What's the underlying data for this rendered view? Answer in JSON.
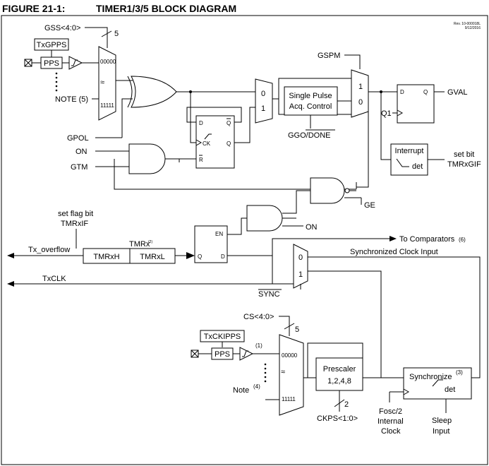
{
  "figure": {
    "number": "FIGURE 21-1:",
    "title": "TIMER1/3/5 BLOCK DIAGRAM",
    "rev": "Rev. 10-000018L",
    "date": "9/12/2016"
  },
  "gate_section": {
    "gss": "GSS<4:0>",
    "gss_width": "5",
    "txgpps": "TxGPPS",
    "pps": "PPS",
    "mux_top": "00000",
    "mux_bottom": "11111",
    "note": "NOTE (5)",
    "gpol": "GPOL",
    "on": "ON",
    "gtm": "GTM",
    "mux2_0": "0",
    "mux2_1": "1",
    "tff_d": "D",
    "tff_q": "Q",
    "tff_qbar": "Q",
    "tff_ck": "CK",
    "tff_r": "R",
    "single_pulse_1": "Single Pulse",
    "single_pulse_2": "Acq. Control",
    "ggo_done": "GGO/DONE",
    "gspm": "GSPM",
    "mux3_1": "1",
    "mux3_0": "0",
    "dff_d": "D",
    "dff_q": "Q",
    "q1": "Q1",
    "gval": "GVAL",
    "interrupt": "Interrupt",
    "det": "det",
    "set_bit": "set bit",
    "tmrxgif": "TMRxGIF",
    "ge": "GE",
    "on2": "ON"
  },
  "counter_section": {
    "set_flag": "set flag bit",
    "tmrxif": "TMRxIF",
    "tmrx": "TMRx",
    "tmrx_note": "(2)",
    "tmrxh": "TMRxH",
    "tmrxl": "TMRxL",
    "en": "EN",
    "q": "Q",
    "d": "D",
    "tx_overflow": "Tx_overflow",
    "txclk": "TxCLK",
    "to_comparators": "To Comparators",
    "to_comparators_note": "(6)",
    "sync_clock": "Synchronized Clock Input",
    "mux_0": "0",
    "mux_1": "1",
    "sync": "SYNC"
  },
  "clock_section": {
    "cs": "CS<4:0>",
    "cs_width": "5",
    "txckipps": "TxCKIPPS",
    "pps": "PPS",
    "note1": "(1)",
    "mux_top": "00000",
    "mux_bottom": "11111",
    "note4_label": "Note",
    "note4": "(4)",
    "prescaler": "Prescaler",
    "prescaler_values": "1,2,4,8",
    "ckps": "CKPS<1:0>",
    "ckps_width": "2",
    "synchronize": "Synchronize",
    "synchronize_note": "(3)",
    "det": "det",
    "fosc_1": "Fosc/2",
    "fosc_2": "Internal",
    "fosc_3": "Clock",
    "sleep_1": "Sleep",
    "sleep_2": "Input"
  }
}
